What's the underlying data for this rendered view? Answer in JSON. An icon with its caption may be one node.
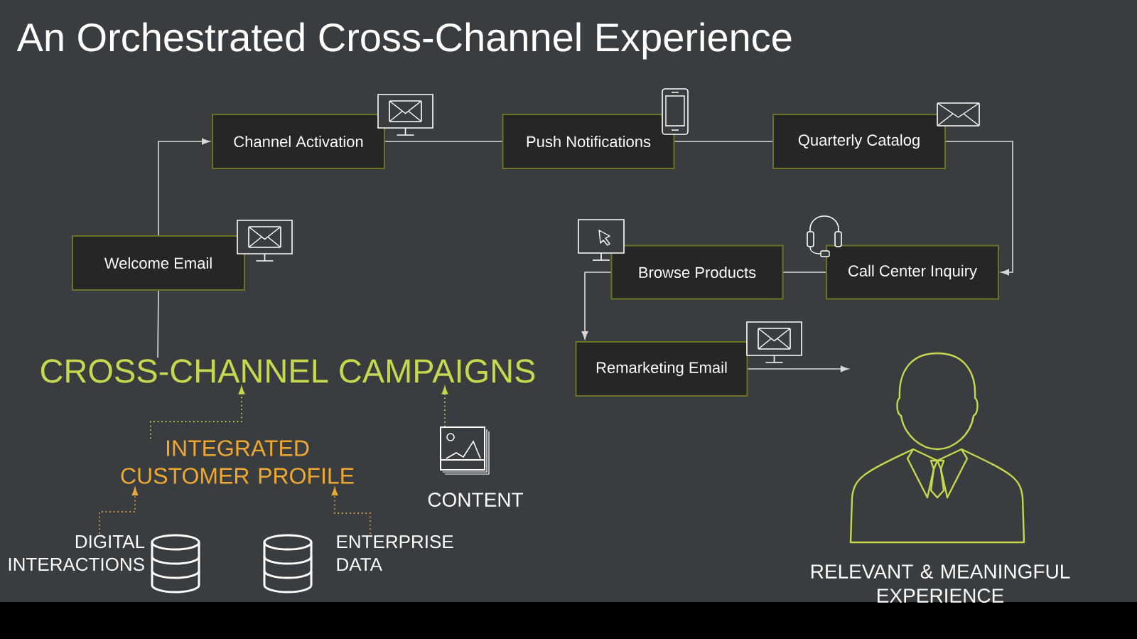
{
  "diagram": {
    "title": "An Orchestrated Cross-Channel Experience",
    "nodes": [
      {
        "text": [
          "Channel Activation"
        ]
      },
      {
        "text": [
          "Push Notifications"
        ]
      },
      {
        "text": [
          "Quarterly Catalog"
        ]
      },
      {
        "text": [
          "Welcome Email"
        ]
      },
      {
        "text": [
          "Browse Products"
        ]
      },
      {
        "text": [
          "Call Center Inquiry"
        ]
      },
      {
        "text": [
          "CROSS-CHANNEL CAMPAIGNS"
        ]
      },
      {
        "text": [
          "Remarketing Email"
        ]
      },
      {
        "text": [
          "INTEGRATED CUSTOMER PROFILE"
        ]
      },
      {
        "text": [],
        "shape": "picture",
        "beside": [
          "CONTENT"
        ]
      },
      {
        "text": [
          "DIGITAL INTERACTIONS"
        ]
      },
      {
        "text": [
          "ENTERPRISE DATA"
        ]
      },
      {
        "text": [],
        "shape": "person",
        "beside": [
          "RELEVANT & MEANINGFUL EXPERIENCE"
        ]
      }
    ],
    "edges": [
      {
        "from": 6,
        "to": 3,
        "arrow": "none"
      },
      {
        "from": 3,
        "to": 0,
        "arrow": "to"
      },
      {
        "from": 0,
        "to": 1,
        "arrow": "none"
      },
      {
        "from": 1,
        "to": 2,
        "arrow": "none"
      },
      {
        "from": 2,
        "to": 5,
        "arrow": "to"
      },
      {
        "from": 5,
        "to": 4,
        "arrow": "none"
      },
      {
        "from": 4,
        "to": 7,
        "arrow": "to"
      },
      {
        "from": 7,
        "to": 12,
        "arrow": "to"
      },
      {
        "from": 8,
        "to": 6,
        "arrow": "to",
        "style": "dashed",
        "color": "#c6d84e"
      },
      {
        "from": 9,
        "to": 6,
        "arrow": "to",
        "style": "dashed",
        "color": "#c6d84e"
      },
      {
        "from": 10,
        "to": 8,
        "arrow": "to",
        "style": "dashed",
        "color": "#eca83a"
      },
      {
        "from": 11,
        "to": 8,
        "arrow": "to",
        "style": "dashed",
        "color": "#eca83a"
      }
    ]
  }
}
